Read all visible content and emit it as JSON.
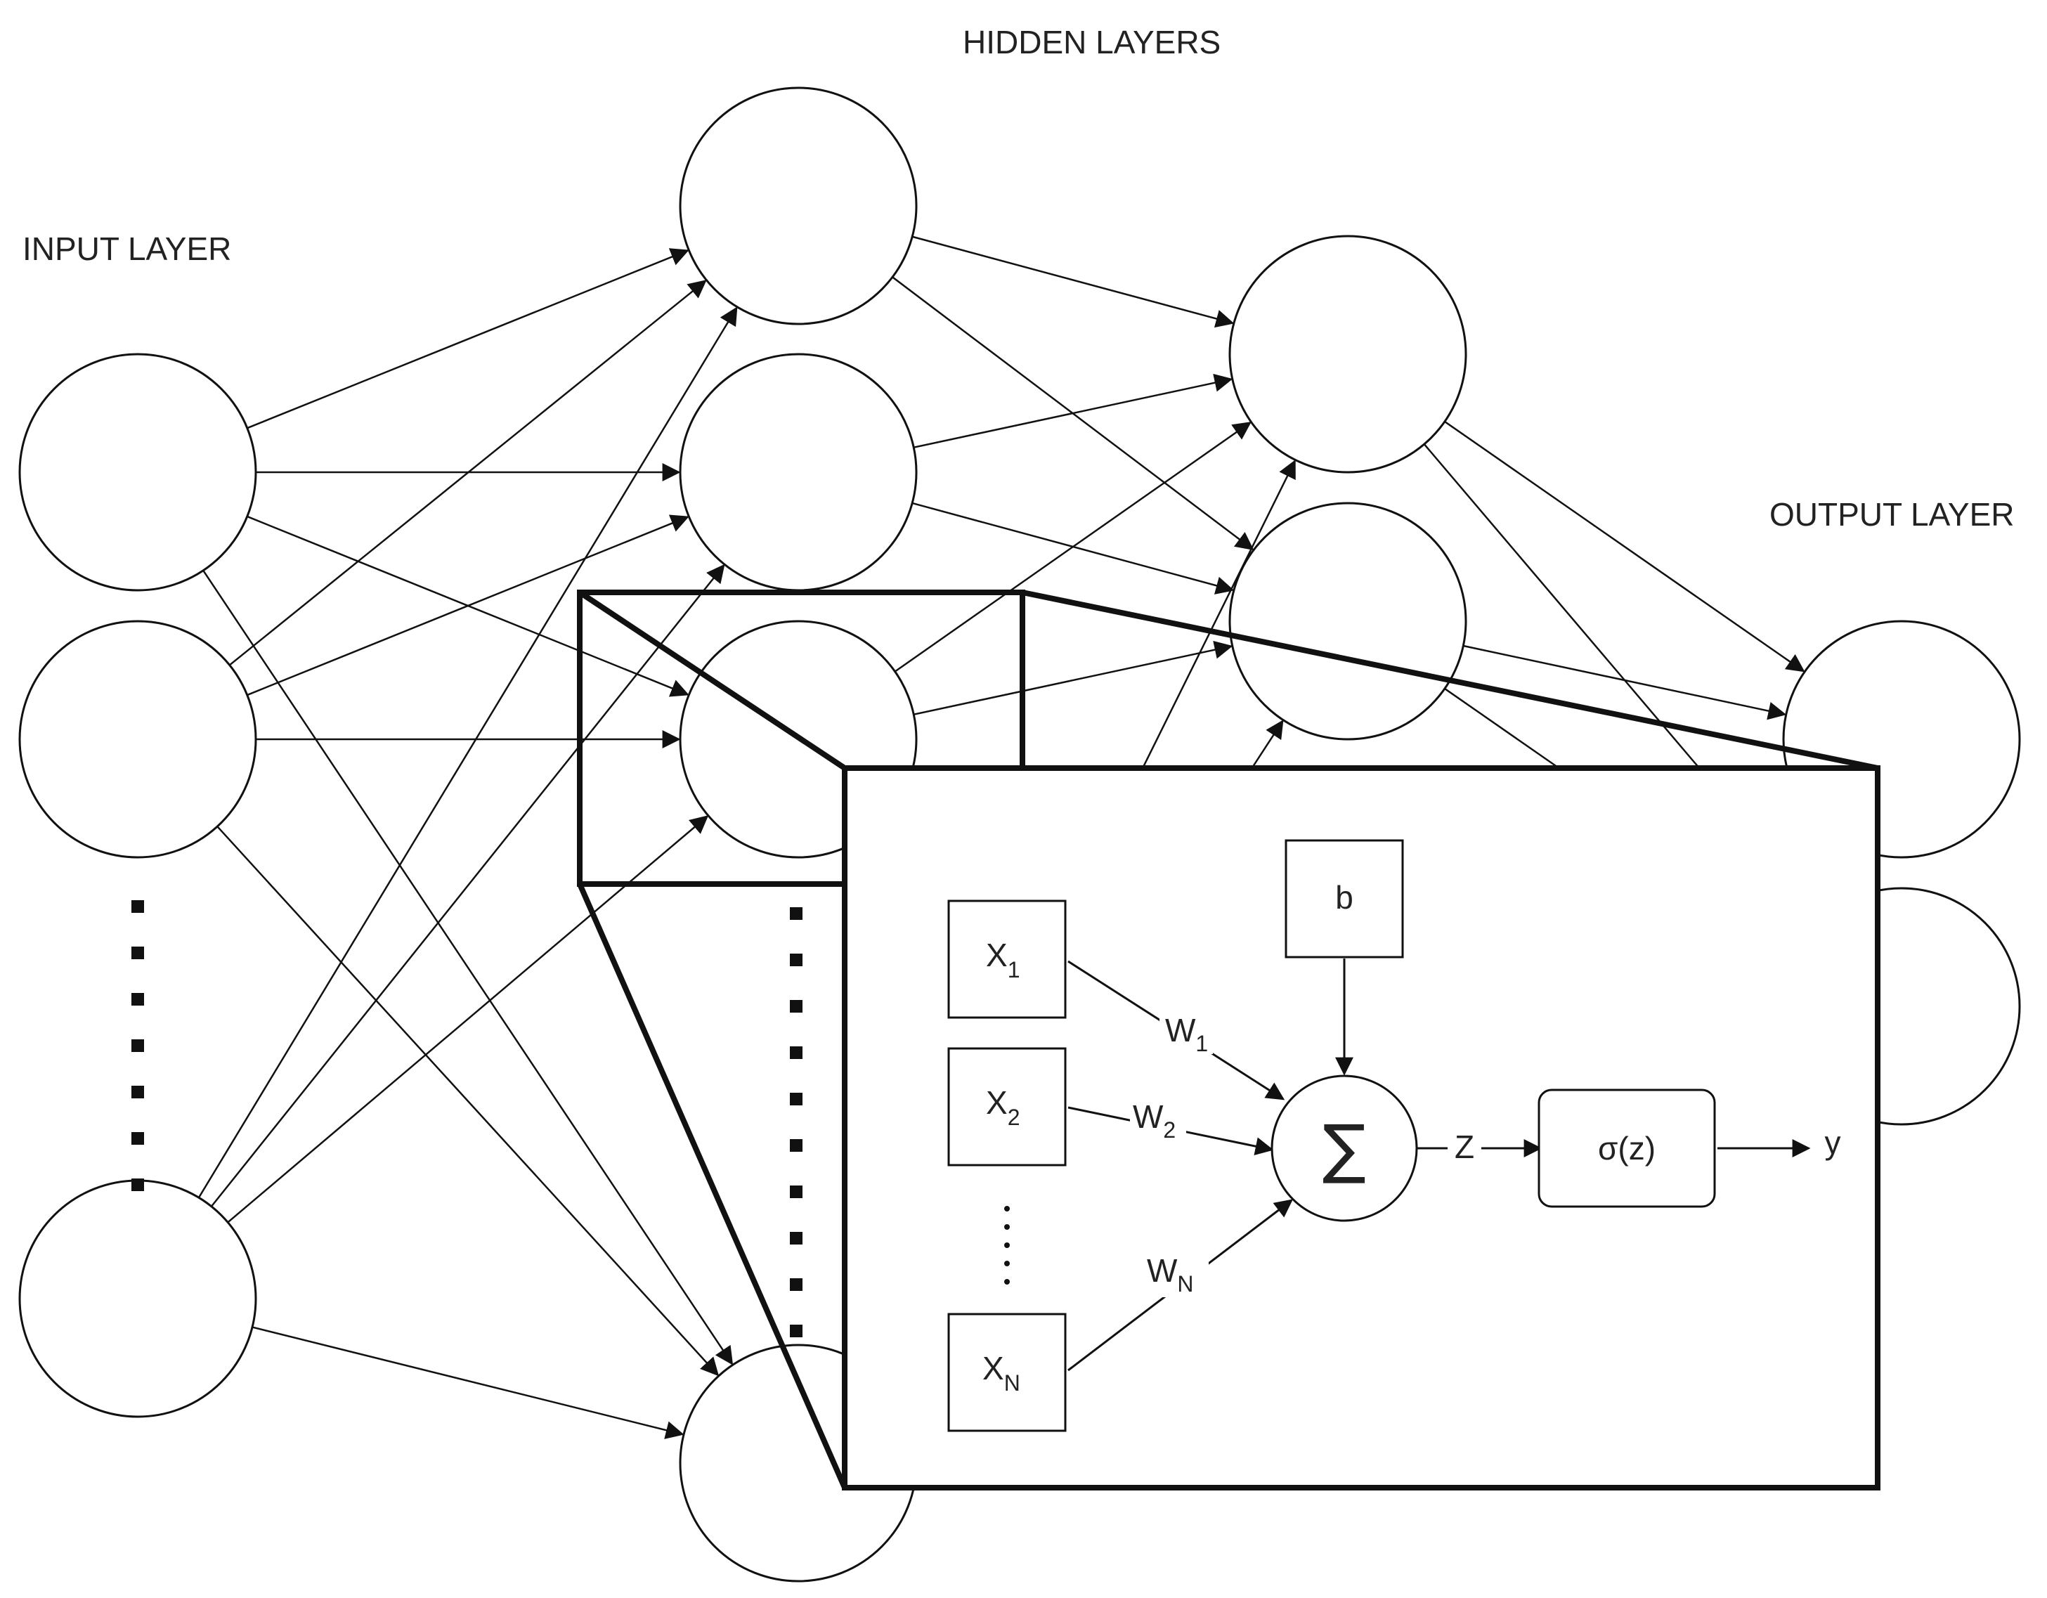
{
  "labels": {
    "input_layer": "INPUT LAYER",
    "hidden_layers": "HIDDEN LAYERS",
    "output_layer": "OUTPUT LAYER"
  },
  "neuron_detail": {
    "inputs": [
      {
        "base": "X",
        "sub": "1"
      },
      {
        "base": "X",
        "sub": "2"
      },
      {
        "base": "X",
        "sub": "N"
      }
    ],
    "weights": [
      {
        "base": "W",
        "sub": "1"
      },
      {
        "base": "W",
        "sub": "2"
      },
      {
        "base": "W",
        "sub": "N"
      }
    ],
    "bias": "b",
    "sum_symbol": "∑",
    "z_label": "Z",
    "activation": "σ(z)",
    "output": "y"
  },
  "colors": {
    "stroke": "#111111",
    "background": "#ffffff"
  }
}
